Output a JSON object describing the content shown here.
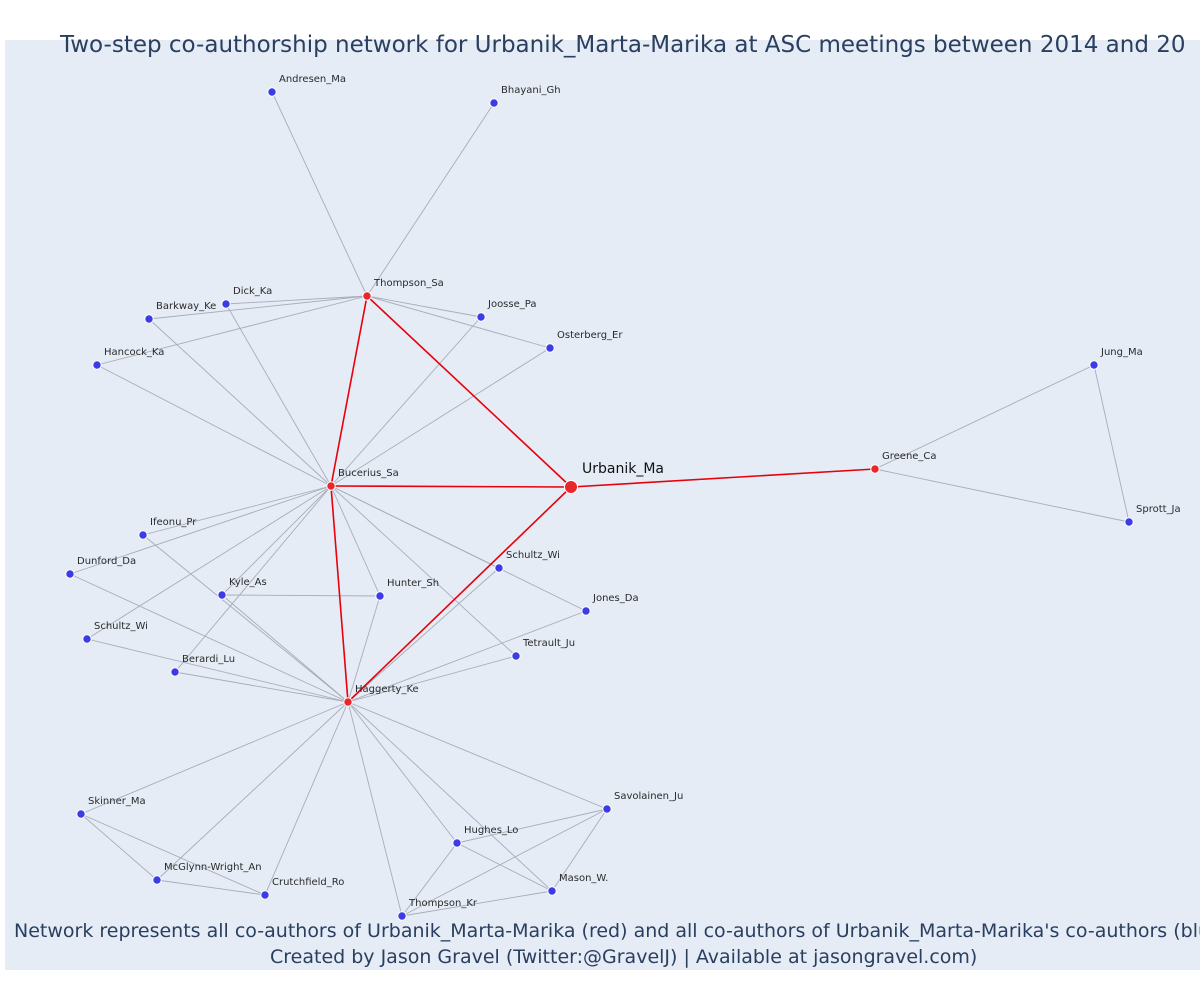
{
  "title": "Two-step co-authorship network for Urbanik_Marta-Marika at ASC meetings between 2014 and 20",
  "footer_line1": "Network represents all co-authors of Urbanik_Marta-Marika (red) and all co-authors of Urbanik_Marta-Marika's co-authors (blue",
  "footer_line2": "Created by Jason Gravel (Twitter:@GravelJ) | Available at jasongravel.com)",
  "colors": {
    "plot_bg": "#e5ecf6",
    "title_text": "#2a3f5f",
    "red_node": "#e8262b",
    "blue_node": "#3c3ce6",
    "red_edge": "#e8000b",
    "grey_edge": "#a9acb9"
  },
  "nodes": [
    {
      "id": "urbanik",
      "label": "Urbanik_Ma",
      "group": "focal"
    },
    {
      "id": "thompson_sa",
      "label": "Thompson_Sa",
      "group": "red"
    },
    {
      "id": "bucerius",
      "label": "Bucerius_Sa",
      "group": "red"
    },
    {
      "id": "haggerty",
      "label": "Haggerty_Ke",
      "group": "red"
    },
    {
      "id": "greene",
      "label": "Greene_Ca",
      "group": "red"
    },
    {
      "id": "andresen",
      "label": "Andresen_Ma",
      "group": "blue"
    },
    {
      "id": "bhayani",
      "label": "Bhayani_Gh",
      "group": "blue"
    },
    {
      "id": "dick",
      "label": "Dick_Ka",
      "group": "blue"
    },
    {
      "id": "barkway",
      "label": "Barkway_Ke",
      "group": "blue"
    },
    {
      "id": "joosse",
      "label": "Joosse_Pa",
      "group": "blue"
    },
    {
      "id": "osterberg",
      "label": "Osterberg_Er",
      "group": "blue"
    },
    {
      "id": "hancock",
      "label": "Hancock_Ka",
      "group": "blue"
    },
    {
      "id": "jung",
      "label": "Jung_Ma",
      "group": "blue"
    },
    {
      "id": "sprott",
      "label": "Sprott_Ja",
      "group": "blue"
    },
    {
      "id": "ifeonu",
      "label": "Ifeonu_Pr",
      "group": "blue"
    },
    {
      "id": "dunford",
      "label": "Dunford_Da",
      "group": "blue"
    },
    {
      "id": "kyle",
      "label": "Kyle_As",
      "group": "blue"
    },
    {
      "id": "hunter",
      "label": "Hunter_Sh",
      "group": "blue"
    },
    {
      "id": "schultz_wi_r",
      "label": "Schultz_Wi",
      "group": "blue"
    },
    {
      "id": "jones",
      "label": "Jones_Da",
      "group": "blue"
    },
    {
      "id": "schultz_wi_l",
      "label": "Schultz_Wi",
      "group": "blue"
    },
    {
      "id": "tetrault",
      "label": "Tetrault_Ju",
      "group": "blue"
    },
    {
      "id": "berardi",
      "label": "Berardi_Lu",
      "group": "blue"
    },
    {
      "id": "skinner",
      "label": "Skinner_Ma",
      "group": "blue"
    },
    {
      "id": "savolainen",
      "label": "Savolainen_Ju",
      "group": "blue"
    },
    {
      "id": "hughes",
      "label": "Hughes_Lo",
      "group": "blue"
    },
    {
      "id": "mcglynn",
      "label": "McGlynn-Wright_An",
      "group": "blue"
    },
    {
      "id": "crutchfield",
      "label": "Crutchfield_Ro",
      "group": "blue"
    },
    {
      "id": "mason",
      "label": "Mason_W.",
      "group": "blue"
    },
    {
      "id": "thompson_kr",
      "label": "Thompson_Kr",
      "group": "blue"
    }
  ],
  "edges": [
    [
      "urbanik",
      "thompson_sa",
      "red"
    ],
    [
      "urbanik",
      "bucerius",
      "red"
    ],
    [
      "urbanik",
      "haggerty",
      "red"
    ],
    [
      "urbanik",
      "greene",
      "red"
    ],
    [
      "thompson_sa",
      "bucerius",
      "red"
    ],
    [
      "bucerius",
      "haggerty",
      "red"
    ],
    [
      "thompson_sa",
      "andresen",
      "grey"
    ],
    [
      "thompson_sa",
      "bhayani",
      "grey"
    ],
    [
      "thompson_sa",
      "dick",
      "grey"
    ],
    [
      "thompson_sa",
      "barkway",
      "grey"
    ],
    [
      "thompson_sa",
      "joosse",
      "grey"
    ],
    [
      "thompson_sa",
      "osterberg",
      "grey"
    ],
    [
      "thompson_sa",
      "hancock",
      "grey"
    ],
    [
      "greene",
      "jung",
      "grey"
    ],
    [
      "greene",
      "sprott",
      "grey"
    ],
    [
      "jung",
      "sprott",
      "grey"
    ],
    [
      "bucerius",
      "dick",
      "grey"
    ],
    [
      "bucerius",
      "barkway",
      "grey"
    ],
    [
      "bucerius",
      "hancock",
      "grey"
    ],
    [
      "bucerius",
      "joosse",
      "grey"
    ],
    [
      "bucerius",
      "osterberg",
      "grey"
    ],
    [
      "bucerius",
      "ifeonu",
      "grey"
    ],
    [
      "bucerius",
      "dunford",
      "grey"
    ],
    [
      "bucerius",
      "kyle",
      "grey"
    ],
    [
      "bucerius",
      "hunter",
      "grey"
    ],
    [
      "bucerius",
      "schultz_wi_r",
      "grey"
    ],
    [
      "bucerius",
      "jones",
      "grey"
    ],
    [
      "bucerius",
      "schultz_wi_l",
      "grey"
    ],
    [
      "bucerius",
      "tetrault",
      "grey"
    ],
    [
      "bucerius",
      "berardi",
      "grey"
    ],
    [
      "haggerty",
      "ifeonu",
      "grey"
    ],
    [
      "haggerty",
      "dunford",
      "grey"
    ],
    [
      "haggerty",
      "kyle",
      "grey"
    ],
    [
      "haggerty",
      "hunter",
      "grey"
    ],
    [
      "haggerty",
      "schultz_wi_r",
      "grey"
    ],
    [
      "haggerty",
      "jones",
      "grey"
    ],
    [
      "haggerty",
      "schultz_wi_l",
      "grey"
    ],
    [
      "haggerty",
      "tetrault",
      "grey"
    ],
    [
      "haggerty",
      "berardi",
      "grey"
    ],
    [
      "haggerty",
      "skinner",
      "grey"
    ],
    [
      "haggerty",
      "savolainen",
      "grey"
    ],
    [
      "haggerty",
      "hughes",
      "grey"
    ],
    [
      "haggerty",
      "mcglynn",
      "grey"
    ],
    [
      "haggerty",
      "crutchfield",
      "grey"
    ],
    [
      "haggerty",
      "mason",
      "grey"
    ],
    [
      "haggerty",
      "thompson_kr",
      "grey"
    ],
    [
      "kyle",
      "hunter",
      "grey"
    ],
    [
      "skinner",
      "mcglynn",
      "grey"
    ],
    [
      "skinner",
      "crutchfield",
      "grey"
    ],
    [
      "mcglynn",
      "crutchfield",
      "grey"
    ],
    [
      "hughes",
      "savolainen",
      "grey"
    ],
    [
      "hughes",
      "mason",
      "grey"
    ],
    [
      "hughes",
      "thompson_kr",
      "grey"
    ],
    [
      "savolainen",
      "mason",
      "grey"
    ],
    [
      "savolainen",
      "thompson_kr",
      "grey"
    ],
    [
      "mason",
      "thompson_kr",
      "grey"
    ]
  ]
}
